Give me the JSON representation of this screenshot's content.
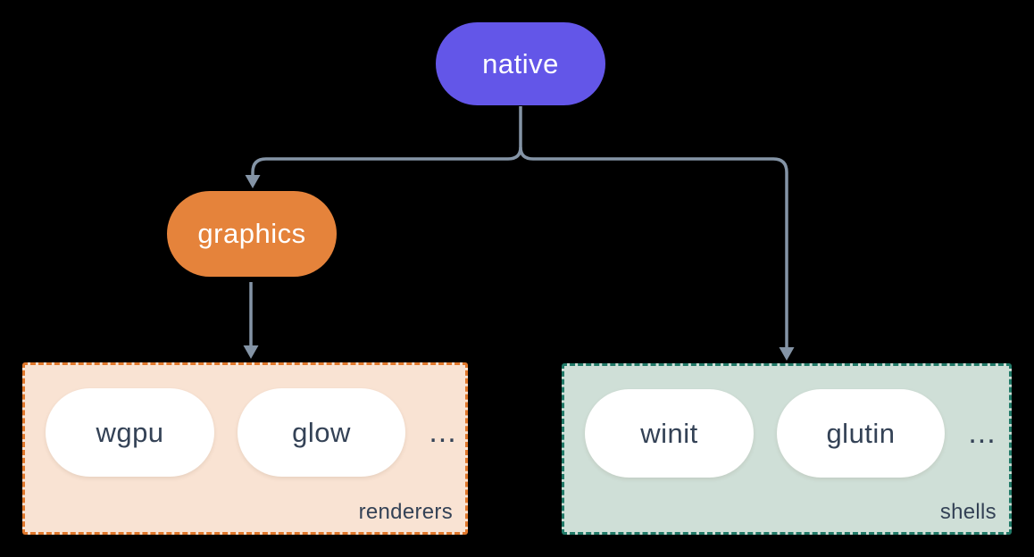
{
  "colors": {
    "background": "#000000",
    "native_fill": "#6356e8",
    "graphics_fill": "#e5833b",
    "node_text": "#ffffff",
    "connector": "#8494a6",
    "renderers_bg": "#f9e3d3",
    "renderers_border": "#e0782c",
    "shells_bg": "#cfdfd7",
    "shells_border": "#217a68",
    "item_pill_bg": "#ffffff",
    "dark_text": "#344256"
  },
  "nodes": {
    "native": {
      "label": "native"
    },
    "graphics": {
      "label": "graphics"
    }
  },
  "groups": {
    "renderers": {
      "label": "renderers",
      "items": [
        {
          "label": "wgpu"
        },
        {
          "label": "glow"
        }
      ],
      "more": "..."
    },
    "shells": {
      "label": "shells",
      "items": [
        {
          "label": "winit"
        },
        {
          "label": "glutin"
        }
      ],
      "more": "..."
    }
  }
}
